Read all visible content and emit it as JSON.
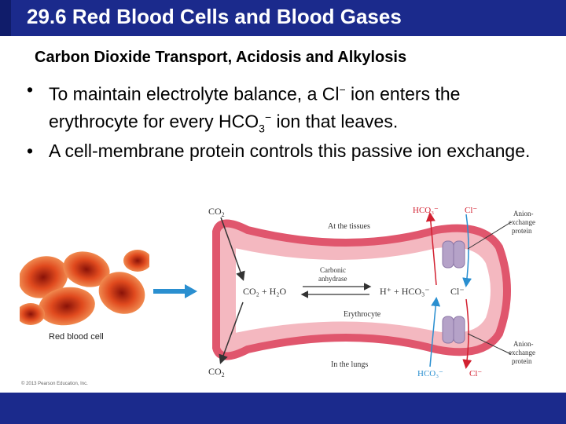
{
  "slide": {
    "title": "29.6 Red Blood Cells and Blood Gases",
    "subtitle": "Carbon Dioxide Transport, Acidosis and Alkylosis",
    "bullets": [
      {
        "pre": "To maintain electrolyte balance, a Cl",
        "sup1": "−",
        "mid": " ion enters the erythrocyte for every HCO",
        "sub": "3",
        "sup2": "−",
        "post": " ion that leaves."
      },
      {
        "text": "A cell-membrane protein controls this passive ion exchange."
      }
    ],
    "bullet_glyph": "•"
  },
  "figure": {
    "photo_caption": "Red blood cell",
    "copyright": "© 2013 Pearson Education, Inc.",
    "labels": {
      "co2_top": "CO",
      "co2_top_sub": "2",
      "co2_bottom": "CO",
      "co2_bottom_sub": "2",
      "at_tissues": "At the tissues",
      "in_lungs": "In the lungs",
      "carbonic": "Carbonic",
      "anhydrase": "anhydrase",
      "erythrocyte": "Erythrocyte",
      "equation_left": "CO₂ + H₂O",
      "equation_right": "H⁺ + HCO₃⁻",
      "cl_inside": "Cl⁻",
      "hco3_top": "HCO₃⁻",
      "cl_top": "Cl⁻",
      "hco3_bottom": "HCO₃⁻",
      "cl_bottom": "Cl⁻",
      "anion_top_1": "Anion-",
      "anion_top_2": "exchange",
      "anion_top_3": "protein",
      "anion_bottom_1": "Anion-",
      "anion_bottom_2": "exchange",
      "anion_bottom_3": "protein"
    }
  },
  "colors": {
    "title_bar": "#1b2a8c",
    "cell_fill": "#f4b8c0",
    "cell_border": "#e0566d",
    "red_label": "#d22030",
    "blue_arrow": "#2a8fd0",
    "protein": "#b5a2c8"
  }
}
